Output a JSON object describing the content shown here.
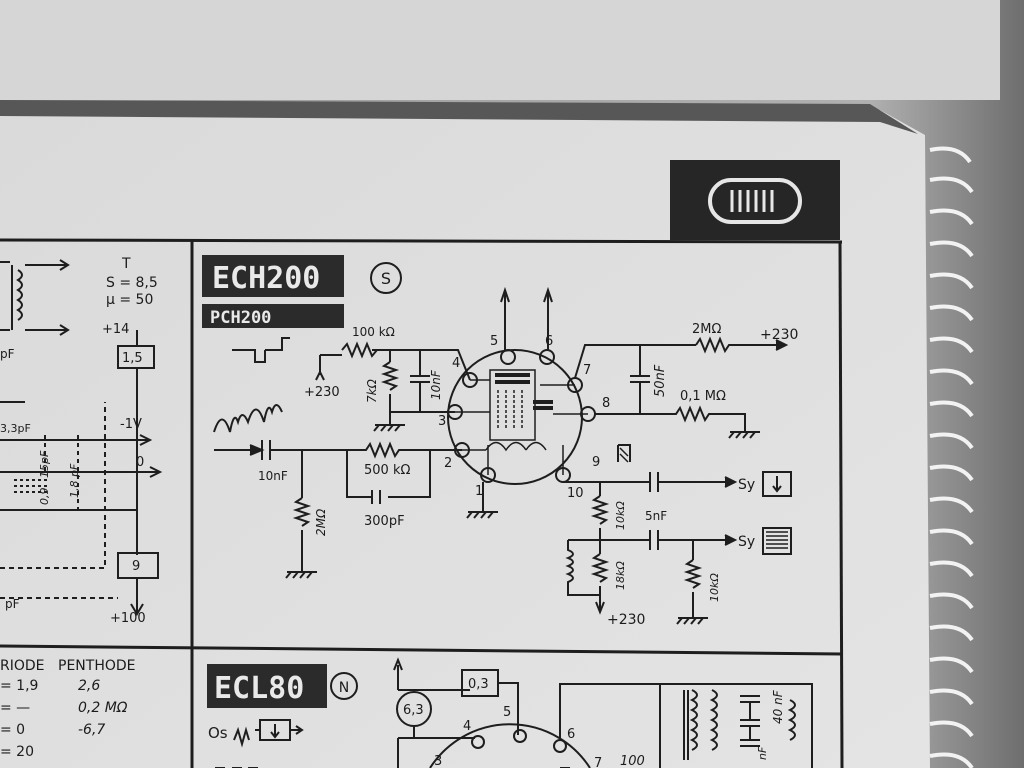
{
  "left_panel": {
    "params_T": "T",
    "params_S": "S = 8,5",
    "params_mu": "µ = 50",
    "v_plus14": "+14",
    "box_15": "1,5",
    "cap_pf_top": "pF",
    "cap_33pf": "3,3pF",
    "cap_15pf": "15pF",
    "cap_09": "0,9",
    "cap_18pf": "1,8 pF",
    "v_minus1": "-1V",
    "v_zero": "0",
    "box_9": "9",
    "cap_pf_bottom": "pF",
    "v_plus100": "+100"
  },
  "bottom_left": {
    "header_triode": "RIODE",
    "header_penthode": "PENTHODE",
    "rows": [
      {
        "left": "= 1,9",
        "right": "2,6"
      },
      {
        "left": "= —",
        "right": "0,2 MΩ"
      },
      {
        "left": "= 0",
        "right": "-6,7"
      },
      {
        "left": "= 20",
        "right": ""
      }
    ]
  },
  "ech200": {
    "title": "ECH200",
    "subtitle": "PCH200",
    "badge": "S",
    "labels": {
      "r100k": "100 kΩ",
      "v230_left": "+230",
      "r7k": "7kΩ",
      "c10nf_top": "10nF",
      "c10nf_in": "10nF",
      "r500k": "500 kΩ",
      "c300pf": "300pF",
      "r2m_grid": "2MΩ",
      "r2m_top": "2MΩ",
      "v230_right": "+230",
      "c50nf": "50nF",
      "r01m": "0,1 MΩ",
      "c5nf": "5nF",
      "r10k_a": "10kΩ",
      "r18k": "18kΩ",
      "r10k_b": "10kΩ",
      "sy_1": "Sy",
      "sy_2": "Sy",
      "v230_bottom": "+230"
    },
    "pins": [
      "1",
      "2",
      "3",
      "4",
      "5",
      "6",
      "7",
      "8",
      "9",
      "10"
    ]
  },
  "ecl80": {
    "title": "ECL80",
    "badge": "N",
    "os_label": "Os",
    "box_03": "0,3",
    "circle_63": "6,3",
    "pin4": "4",
    "pin5": "5",
    "pin6": "6",
    "pin3": "3",
    "pin7": "7",
    "val100": "100",
    "c40nf": "40 nF",
    "nf_small": "nF"
  }
}
